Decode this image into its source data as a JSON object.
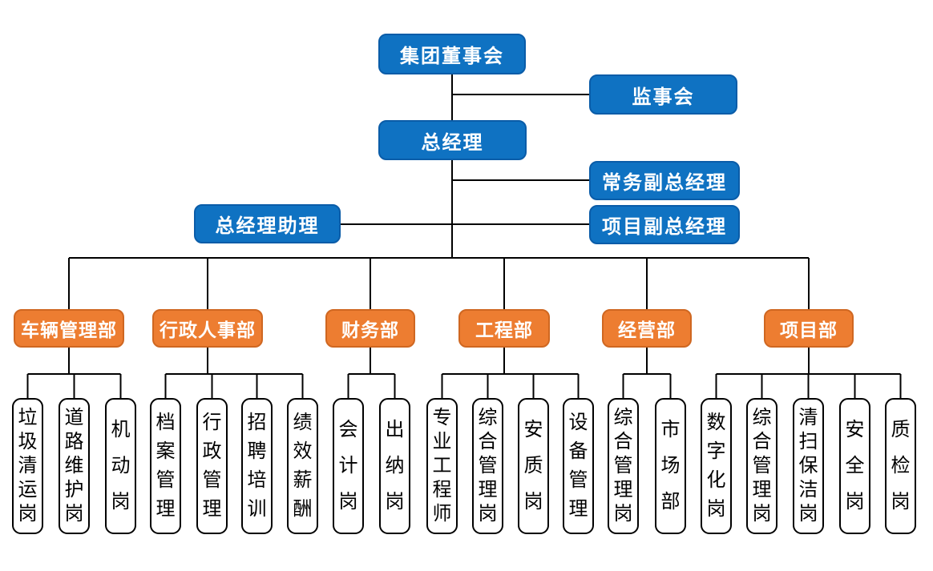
{
  "org": {
    "level1": {
      "board": "集团董事会",
      "supervisory": "监事会",
      "gm": "总经理",
      "exec_deputy_gm": "常务副总经理",
      "gm_assistant": "总经理助理",
      "project_deputy_gm": "项目副总经理"
    },
    "departments": [
      {
        "name": "车辆管理部",
        "positions": [
          "垃圾清运岗",
          "道路维护岗",
          "机动岗"
        ]
      },
      {
        "name": "行政人事部",
        "positions": [
          "档案管理",
          "行政管理",
          "招聘培训",
          "绩效薪酬"
        ]
      },
      {
        "name": "财务部",
        "positions": [
          "会计岗",
          "出纳岗"
        ]
      },
      {
        "name": "工程部",
        "positions": [
          "专业工程师",
          "综合管理岗",
          "安质岗",
          "设备管理"
        ]
      },
      {
        "name": "经营部",
        "positions": [
          "综合管理岗",
          "市场部"
        ]
      },
      {
        "name": "项目部",
        "positions": [
          "数字化岗",
          "综合管理岗",
          "清扫保洁岗",
          "安全岗",
          "质检岗"
        ]
      }
    ]
  },
  "colors": {
    "management_node_fill": "#0F72C2",
    "management_node_border": "#0A5CA8",
    "department_node_fill": "#ED7D31",
    "department_node_border": "#CF6721",
    "position_box_fill": "#FFFFFF",
    "position_box_border": "#000000",
    "connector_line": "#000000",
    "node_text": "#FFFFFF"
  }
}
